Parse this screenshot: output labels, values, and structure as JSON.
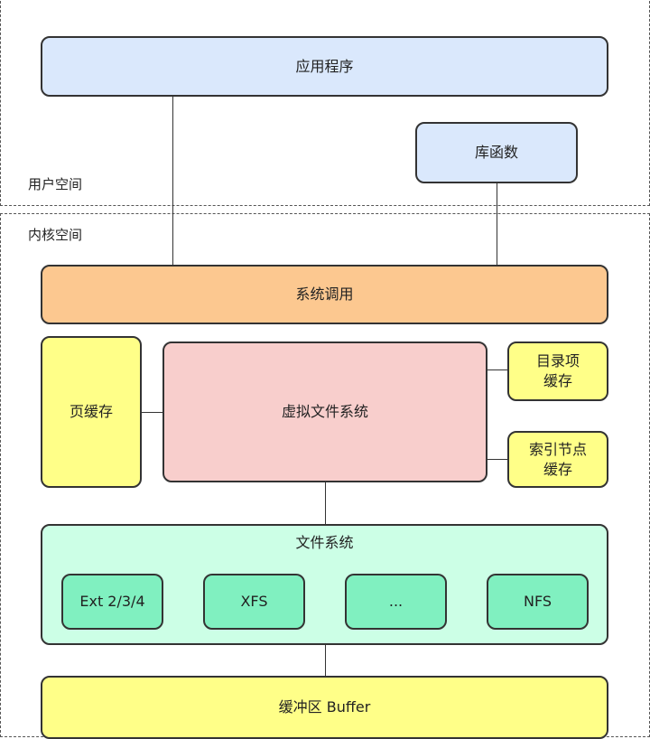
{
  "regions": {
    "user_space": "用户空间",
    "kernel_space": "内核空间"
  },
  "boxes": {
    "application": "应用程序",
    "library": "库函数",
    "syscall": "系统调用",
    "page_cache": "页缓存",
    "vfs": "虚拟文件系统",
    "dentry_cache_1": "目录项",
    "dentry_cache_2": "缓存",
    "inode_cache_1": "索引节点",
    "inode_cache_2": "缓存",
    "filesystem": "文件系统",
    "fs_ext": "Ext 2/3/4",
    "fs_xfs": "XFS",
    "fs_more": "...",
    "fs_nfs": "NFS",
    "buffer": "缓冲区 Buffer"
  },
  "colors": {
    "blue": "#dae8fc",
    "orange": "#fcc890",
    "yellow": "#ffff88",
    "pink": "#f8cecc",
    "green_light": "#ccffe6",
    "green_dark": "#80f0c0"
  }
}
